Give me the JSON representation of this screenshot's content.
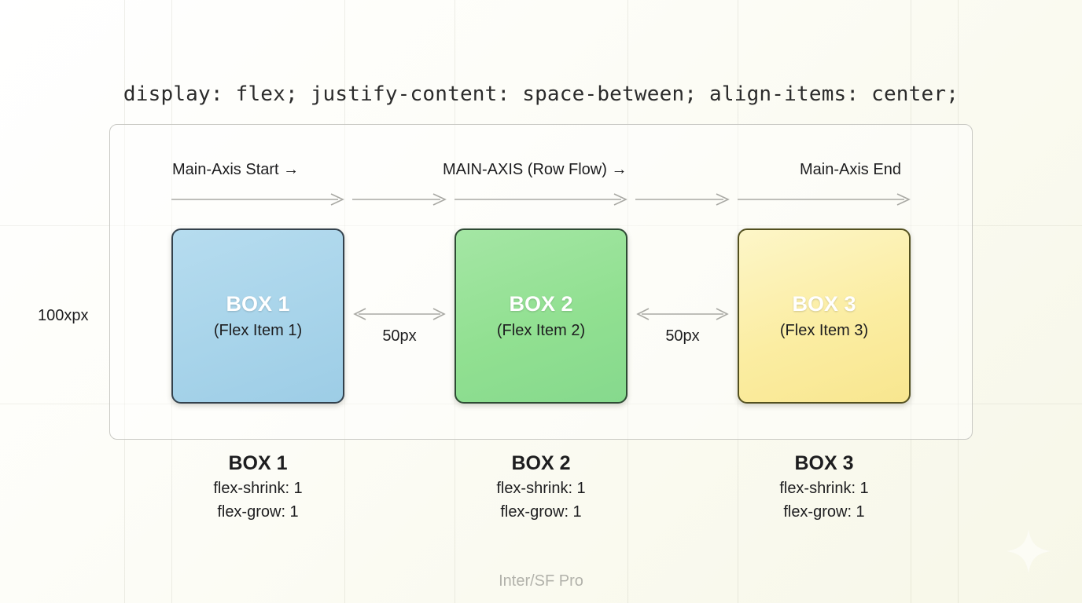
{
  "title": "display: flex; justify-content: space-between; align-items: center;",
  "axis": {
    "start_label": "Main-Axis Start →",
    "middle_label": "MAIN-AXIS (Row Flow) →",
    "end_label": "Main-Axis End"
  },
  "cross_size_label": "100xpx",
  "boxes": [
    {
      "title": "BOX 1",
      "subtitle": "(Flex Item 1)",
      "fill": "#a8d4ea",
      "border": "#33414c"
    },
    {
      "title": "BOX 2",
      "subtitle": "(Flex Item 2)",
      "fill": "#91e091",
      "border": "#2d4a33"
    },
    {
      "title": "BOX 3",
      "subtitle": "(Flex Item 3)",
      "fill": "#fbeda2",
      "border": "#53501f"
    }
  ],
  "gaps": [
    {
      "label": "50px"
    },
    {
      "label": "50px"
    }
  ],
  "captions": [
    {
      "title": "BOX 1",
      "shrink": "flex-shrink: 1",
      "grow": "flex-grow: 1"
    },
    {
      "title": "BOX 2",
      "shrink": "flex-shrink: 1",
      "grow": "flex-grow: 1"
    },
    {
      "title": "BOX 3",
      "shrink": "flex-shrink: 1",
      "grow": "flex-grow: 1"
    }
  ],
  "footer": "Inter/SF Pro",
  "colors": {
    "background_start": "#ffffff",
    "background_end": "#f7f7e8",
    "container_border": "#c9c9c4",
    "arrow": "#a9a9a4",
    "text": "#1d1d1f",
    "footer_text": "#b2b2ab"
  }
}
